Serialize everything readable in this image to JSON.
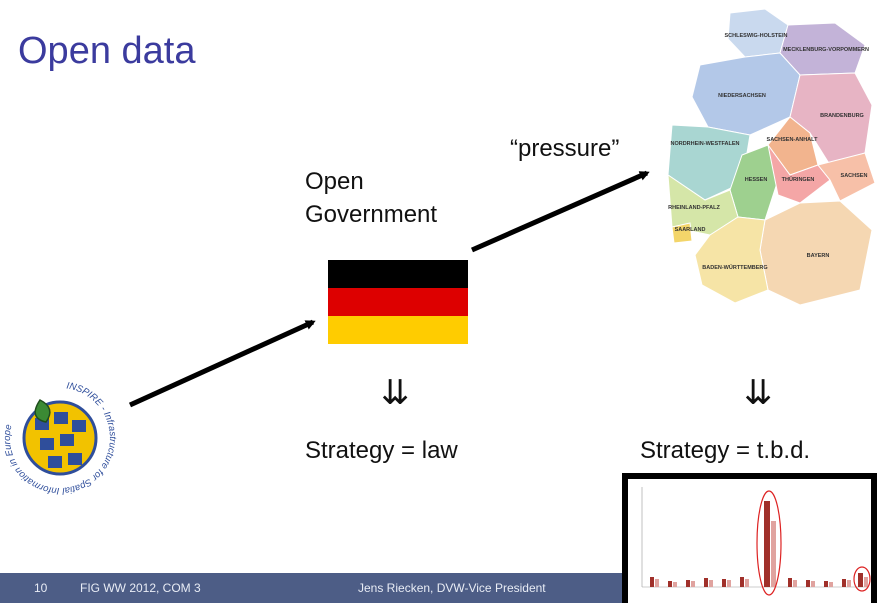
{
  "title": "Open data",
  "labels": {
    "open_government_line1": "Open",
    "open_government_line2": "Government",
    "pressure": "“pressure”",
    "strategy_law": "Strategy = law",
    "strategy_tbd": "Strategy = t.b.d."
  },
  "flag": {
    "colors": [
      "#000000",
      "#dd0000",
      "#ffcc00"
    ]
  },
  "inspire_logo": {
    "text": "INSPIRE - Infrastructure for Spatial Information in Europe"
  },
  "map": {
    "states": [
      "SCHLESWIG-HOLSTEIN",
      "MECKLENBURG-VORPOMMERN",
      "NIEDERSACHSEN",
      "BRANDENBURG",
      "SACHSEN-ANHALT",
      "NORDRHEIN-WESTFALEN",
      "HESSEN",
      "THÜRINGEN",
      "SACHSEN",
      "RHEINLAND-PFALZ",
      "SAARLAND",
      "BAYERN",
      "BADEN-WÜRTTEMBERG"
    ]
  },
  "footer": {
    "page": "10",
    "event": "FIG WW 2012, COM 3",
    "author": "Jens Riecken, DVW-Vice President"
  }
}
